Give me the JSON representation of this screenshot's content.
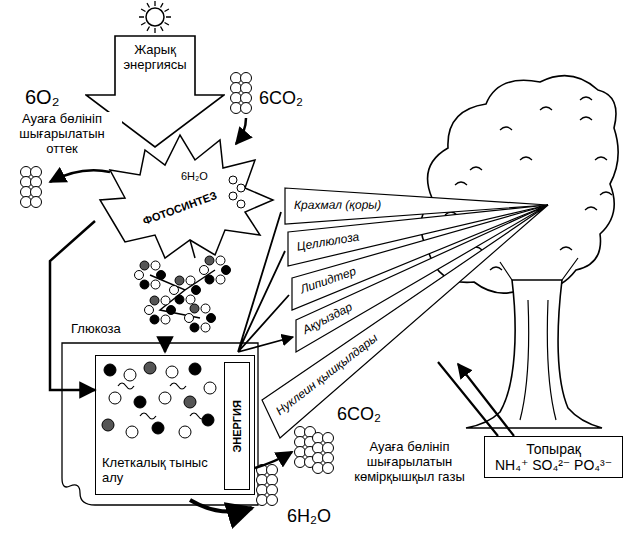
{
  "diagram": {
    "nodes": [
      {
        "text": [
          "Жарық энергиясы"
        ]
      },
      {
        "text": [
          "ФОТОСИНТЕЗ",
          "6H₂O"
        ]
      },
      {
        "text": [
          "Клеткалық тыныс алу"
        ]
      },
      {
        "text": [
          "ЭНЕРГИЯ"
        ],
        "in": 2
      },
      {
        "text": [
          "Топырақ",
          "NH₄⁺ SO₄²⁻ PO₄³⁻"
        ]
      }
    ],
    "edges": [
      {
        "from": 1,
        "to": 2,
        "arrow": "to"
      }
    ],
    "labels": [
      "6O₂",
      "Ауаға бөлініп шығарылатын оттек",
      "6CO₂",
      "Крахмал (қоры)",
      "Целлюлоза",
      "Липидтер",
      "Ақуыздар",
      "Нуклеин қышқылдары",
      "Глюкоза",
      "6CO₂",
      "Ауаға бөлініп шығарылатын көмірқышқыл газы",
      "6H₂O"
    ]
  }
}
